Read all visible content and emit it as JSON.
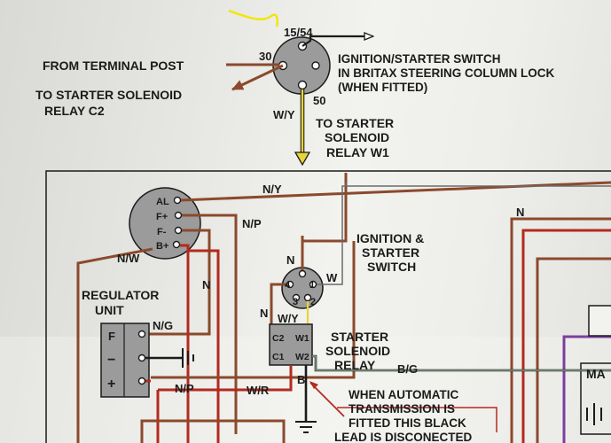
{
  "labels": {
    "pin_15_54": "15/54",
    "pin_30": "30",
    "pin_50": "50",
    "from_terminal_post": "FROM TERMINAL POST",
    "to_solenoid_c2_l1": "TO STARTER SOLENOID",
    "to_solenoid_c2_l2": "RELAY C2",
    "britax_l1": "IGNITION/STARTER SWITCH",
    "britax_l2": "IN BRITAX STEERING COLUMN LOCK",
    "britax_l3": "(WHEN FITTED)",
    "wire_wy_top": "W/Y",
    "to_solenoid_w1_l1": "TO STARTER",
    "to_solenoid_w1_l2": "SOLENOID",
    "to_solenoid_w1_l3": "RELAY W1",
    "wire_ny": "N/Y",
    "wire_np_top": "N/P",
    "wire_nw": "N/W",
    "wire_n_alt": "N",
    "wire_n_right": "N",
    "wire_n_switch_top": "N",
    "wire_n_switch_left": "N",
    "wire_w_switch": "W",
    "wire_wy_relay": "W/Y",
    "wire_ng": "N/G",
    "wire_np_bottom": "N/P",
    "wire_wr": "W/R",
    "wire_bg": "B/G",
    "wire_b": "B",
    "alt_al": "AL",
    "alt_fplus": "F+",
    "alt_fminus": "F-",
    "alt_bplus": "B+",
    "ignition_l1": "IGNITION &",
    "ignition_l2": "STARTER",
    "ignition_l3": "SWITCH",
    "sw_pin_1": "1",
    "sw_pin_2": "2",
    "sw_pin_3": "3",
    "sw_pin_4": "4",
    "regulator_l1": "REGULATOR",
    "regulator_l2": "UNIT",
    "reg_f": "F",
    "reg_minus": "−",
    "reg_plus": "+",
    "relay_c2": "C2",
    "relay_w1": "W1",
    "relay_c1": "C1",
    "relay_w2": "W2",
    "starter_relay_l1": "STARTER",
    "starter_relay_l2": "SOLENOID",
    "starter_relay_l3": "RELAY",
    "auto_note_l1": "WHEN AUTOMATIC",
    "auto_note_l2": "TRANSMISSION IS",
    "auto_note_l3": "FITTED THIS BLACK",
    "auto_note_l4": "LEAD IS DISCONECTED",
    "ma_partial": "MA"
  },
  "colors": {
    "wire_brown": "#8a4a2c",
    "wire_red": "#b32a1e",
    "wire_black": "#1b1b1b",
    "wire_yellow": "#e8d33a",
    "annotation_yellow": "#f2e600",
    "purple_wire": "#7b3fa0"
  }
}
